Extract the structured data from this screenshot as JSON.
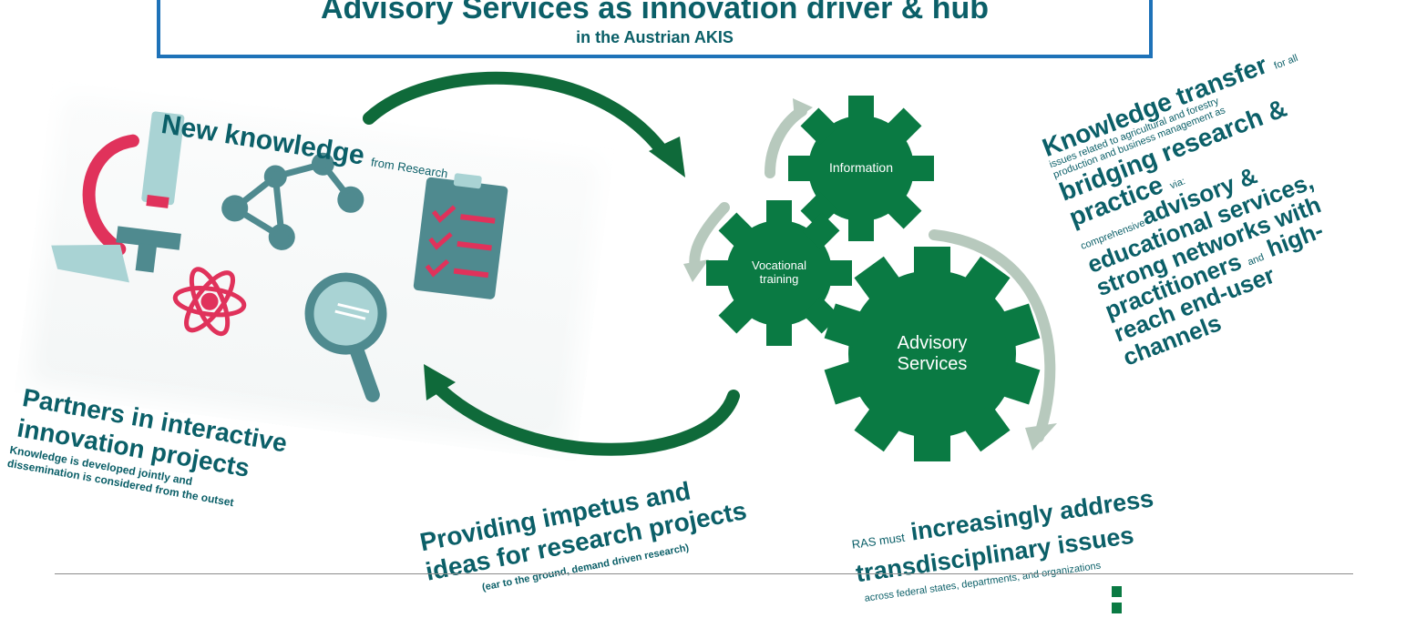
{
  "title": {
    "main": "Advisory Services as innovation driver & hub",
    "sub": "in the Austrian AKIS"
  },
  "colors": {
    "teal_text": "#0b5f68",
    "title_border": "#1e72b8",
    "gear_green": "#0a7a43",
    "arrow_dark": "#0f6a3a",
    "arrow_light": "#b7c9bd",
    "accent_red": "#e0325b",
    "illus_teal": "#4f8a8f"
  },
  "research": {
    "heading": "New knowledge",
    "heading_small": "from Research"
  },
  "partners": {
    "heading_line1": "Partners in interactive",
    "heading_line2": "innovation projects",
    "detail_line1": "Knowledge is developed jointly and",
    "detail_line2": "dissemination is considered from the outset"
  },
  "impetus": {
    "line1": "Providing impetus and",
    "line2": "ideas for research projects",
    "detail": "(ear to the ground, demand driven research)",
    "detail_part1": "(ear to the ground,",
    "detail_part2": "demand driven research)"
  },
  "gears": {
    "information": "Information",
    "vocational_line1": "Vocational",
    "vocational_line2": "training",
    "advisory_line1": "Advisory",
    "advisory_line2": "Services"
  },
  "transdisciplinary": {
    "prefix": "RAS must",
    "line1": "increasingly address",
    "line2": "transdisciplinary issues",
    "detail": "across federal states, departments, and organizations"
  },
  "knowledge_transfer": {
    "heading": "Knowledge transfer",
    "for_all": "for all",
    "detail_line1": "issues related to agricultural and forestry",
    "detail_line2": "production and business management as",
    "bridging_line1": "bridging research &",
    "bridging_line2": "practice",
    "via": "via:",
    "comprehensive": "comprehensive",
    "advisory": "advisory &",
    "educational": "educational services,",
    "strong": "strong networks with",
    "practitioners": "practitioners",
    "and": "and",
    "high": "high-",
    "reach": "reach end-user",
    "channels": "channels"
  },
  "icons": [
    "microscope-icon",
    "molecule-icon",
    "checklist-icon",
    "atom-icon",
    "magnifier-icon",
    "cycle-arrow-icon",
    "gear-icon"
  ]
}
